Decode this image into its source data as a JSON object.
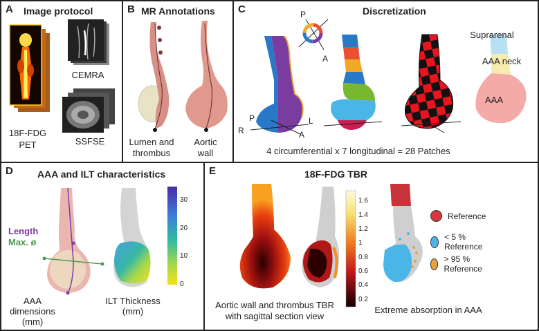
{
  "panels": {
    "a": {
      "label": "A",
      "title": "Image protocol",
      "pet": "18F-FDG\nPET",
      "cemra": "CEMRA",
      "ssfse": "SSFSE"
    },
    "b": {
      "label": "B",
      "title": "MR Annotations",
      "left": "Lumen and\nthrombus",
      "right": "Aortic\nwall"
    },
    "c": {
      "label": "C",
      "title": "Discretization",
      "compass": {
        "p": "P",
        "a": "A"
      },
      "axes": {
        "p": "P",
        "l": "L",
        "r": "R",
        "a": "A"
      },
      "caption": "4 circumferential x 7 longitudinal = 28 Patches",
      "regions": {
        "suprarenal": "Suprarenal",
        "neck": "AAA neck",
        "aaa": "AAA"
      }
    },
    "d": {
      "label": "D",
      "title": "AAA and ILT characteristics",
      "length": "Length",
      "maxd": "Max. ø",
      "left": "AAA\ndimensions\n(mm)",
      "right": "ILT Thickness\n(mm)",
      "colorbar": {
        "ticks": [
          "30",
          "20",
          "10",
          "0"
        ],
        "values": [
          30,
          20,
          10,
          0
        ],
        "min": 0,
        "max": 35
      }
    },
    "e": {
      "label": "E",
      "title": "18F-FDG TBR",
      "colorbar": {
        "ticks": [
          "1.6",
          "1.4",
          "1.2",
          "1",
          "0.8",
          "0.6",
          "0.4",
          "0.2"
        ],
        "values": [
          1.6,
          1.4,
          1.2,
          1.0,
          0.8,
          0.6,
          0.4,
          0.2
        ],
        "min": 0.1,
        "max": 1.75
      },
      "left": "Aortic wall and thrombus TBR\nwith sagittal section view",
      "right": "Extreme absorption in AAA",
      "legend": [
        {
          "label": "Reference",
          "color": "#d9363e"
        },
        {
          "label": "< 5 % Reference",
          "color": "#4ab6e8"
        },
        {
          "label": "> 95 % Reference",
          "color": "#e8a23a"
        }
      ]
    }
  },
  "colors": {
    "aorta": "#e8a9a0",
    "thrombus": "#efe6c8",
    "purple": "#7b3ca0",
    "blue": "#2a78c8",
    "suprarenal": "#b9dff3",
    "neck": "#f7ecb0",
    "aaa": "#f4aba7"
  }
}
